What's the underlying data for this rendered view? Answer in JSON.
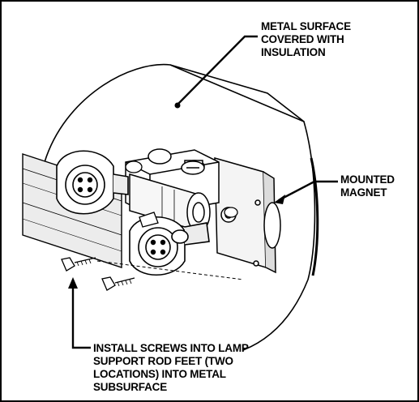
{
  "callouts": {
    "insulation": [
      "METAL SURFACE",
      "COVERED WITH",
      "INSULATION"
    ],
    "magnet": [
      "MOUNTED",
      "MAGNET"
    ],
    "screws": [
      "INSTALL SCREWS INTO LAMP",
      "SUPPORT ROD FEET (TWO",
      "LOCATIONS) INTO METAL",
      "SUBSURFACE"
    ]
  },
  "colors": {
    "line": "#000000",
    "background": "#ffffff",
    "shade": "#e8e8e8"
  }
}
